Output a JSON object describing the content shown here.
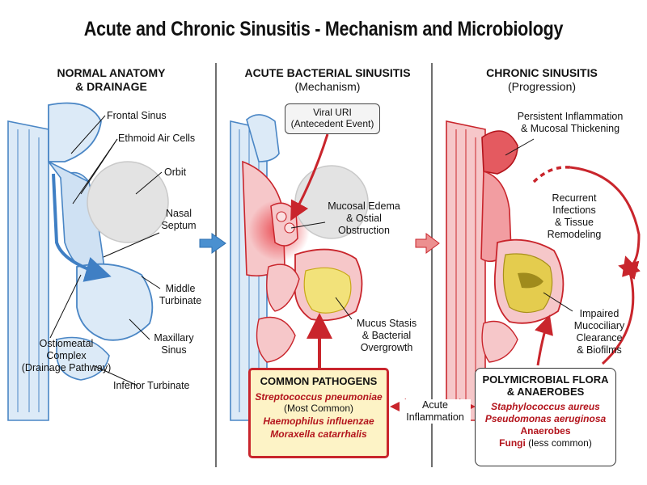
{
  "title": "Acute and Chronic Sinusitis - Mechanism and Microbiology",
  "columns": {
    "normal": {
      "heading_1": "NORMAL ANATOMY",
      "heading_2": "& DRAINAGE",
      "labels": {
        "frontal": "Frontal Sinus",
        "ethmoid": "Ethmoid Air Cells",
        "orbit": "Orbit",
        "nasal_1": "Nasal",
        "nasal_2": "Septum",
        "middle_1": "Middle",
        "middle_2": "Turbinate",
        "maxillary_1": "Maxillary",
        "maxillary_2": "Sinus",
        "ostio_1": "Ostiomeatal",
        "ostio_2": "Complex",
        "ostio_3": "(Drainage Pathway)",
        "inferior": "Inferior Turbinate"
      }
    },
    "acute": {
      "heading": "ACUTE BACTERIAL SINUSITIS",
      "subheading": "(Mechanism)",
      "event_1": "Viral URI",
      "event_2": "(Antecedent Event)",
      "edema_1": "Mucosal Edema",
      "edema_2": "& Ostial",
      "edema_3": "Obstruction",
      "stasis_1": "Mucus Stasis",
      "stasis_2": "& Bacterial",
      "stasis_3": "Overgrowth",
      "pathogens": {
        "heading": "COMMON PATHOGENS",
        "org_1": "Streptococcus pneumoniae",
        "org_1_note": "(Most Common)",
        "org_2": "Haemophilus influenzae",
        "org_3": "Moraxella catarrhalis"
      }
    },
    "chronic": {
      "heading": "CHRONIC SINUSITIS",
      "subheading": "(Progression)",
      "persist_1": "Persistent Inflammation",
      "persist_2": "& Mucosal Thickening",
      "recur_1": "Recurrent",
      "recur_2": "Infections",
      "recur_3": "& Tissue",
      "recur_4": "Remodeling",
      "impaired_1": "Impaired",
      "impaired_2": "Mucociliary",
      "impaired_3": "Clearance",
      "impaired_4": "& Biofilms",
      "flora": {
        "heading_1": "POLYMICROBIAL FLORA",
        "heading_2": "& ANAEROBES",
        "org_1": "Staphylococcus aureus",
        "org_2": "Pseudomonas aeruginosa",
        "org_3": "Anaerobes",
        "org_4": "Fungi",
        "org_4_note": "(less common)"
      }
    }
  },
  "link": {
    "line_1": "Acute",
    "line_2": "Inflammation"
  },
  "colors": {
    "blue_fill": "#dceaf7",
    "blue_line": "#4a86c5",
    "red_fill": "#f6c7c9",
    "red_line": "#c9252c",
    "yellow": "#f2e27a",
    "orbit": "#e3e3e3"
  }
}
